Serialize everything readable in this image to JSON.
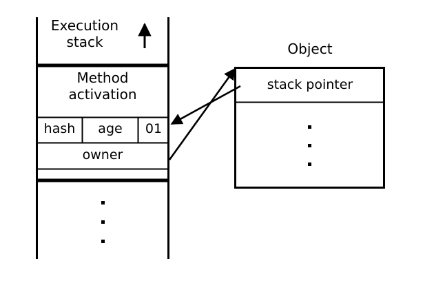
{
  "diagram": {
    "title_hint": "execution-stack-object-pointer-diagram",
    "stroke_color": "#000000",
    "background_color": "#ffffff",
    "stack": {
      "label": "Execution\nstack",
      "direction_arrow": "up-arrow-icon",
      "frames": [
        {
          "name": "method-activation",
          "label": "Method\nactivation"
        }
      ],
      "fields_row": [
        {
          "name": "hash",
          "label": "hash"
        },
        {
          "name": "age",
          "label": "age"
        },
        {
          "name": "flags",
          "label": "01"
        }
      ],
      "owner_row": {
        "label": "owner"
      },
      "ellipsis": "▪▪▪"
    },
    "object": {
      "label": "Object",
      "rows": [
        {
          "name": "stack-pointer",
          "label": "stack pointer"
        }
      ],
      "ellipsis": "▪▪▪"
    },
    "arrows": [
      {
        "name": "object-to-stack-arrow",
        "from": "object-top-left",
        "to": "stack-flags-cell"
      },
      {
        "name": "owner-to-object-arrow",
        "from": "stack-owner-row",
        "to": "object-top-left"
      }
    ]
  }
}
